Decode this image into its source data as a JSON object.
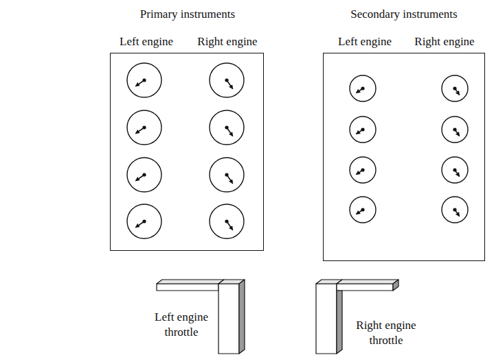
{
  "diagram": {
    "nodes": [
      {
        "text": [
          "Primary instruments",
          "Left engine",
          "Right engine"
        ]
      },
      {
        "text": [
          "Secondary instruments",
          "Left engine",
          "Right engine"
        ]
      }
    ],
    "labels": [
      "Left engine throttle",
      "Right engine throttle"
    ]
  }
}
